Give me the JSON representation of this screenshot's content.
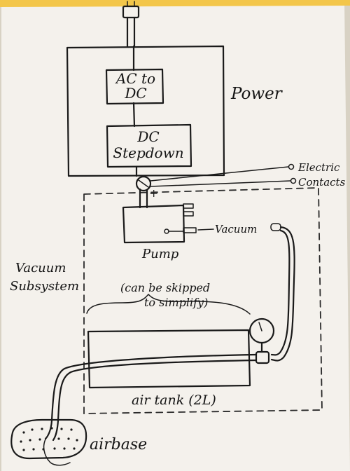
{
  "colors": {
    "paper": "#f4f1ec",
    "ink": "#1a1a1a",
    "table": "#d8d2c4",
    "tape": "#f3c64a"
  },
  "labels": {
    "ac_to_dc": [
      "AC to",
      "DC"
    ],
    "dc_stepdown": [
      "DC",
      "Stepdown"
    ],
    "power": "Power",
    "electric_contacts": [
      "Electric",
      "Contacts"
    ],
    "plus_sign": "+",
    "vacuum": "Vacuum",
    "pump": "Pump",
    "vacuum_subsystem": [
      "Vacuum",
      "Subsystem"
    ],
    "can_be_skipped": [
      "(can be skipped",
      "to simplify)"
    ],
    "air_tank": "air tank (2L)",
    "airbase": "airbase"
  },
  "icons": {
    "gauge": "pressure-gauge-icon",
    "plug": "power-plug-icon",
    "switch": "circle-switch-icon"
  }
}
